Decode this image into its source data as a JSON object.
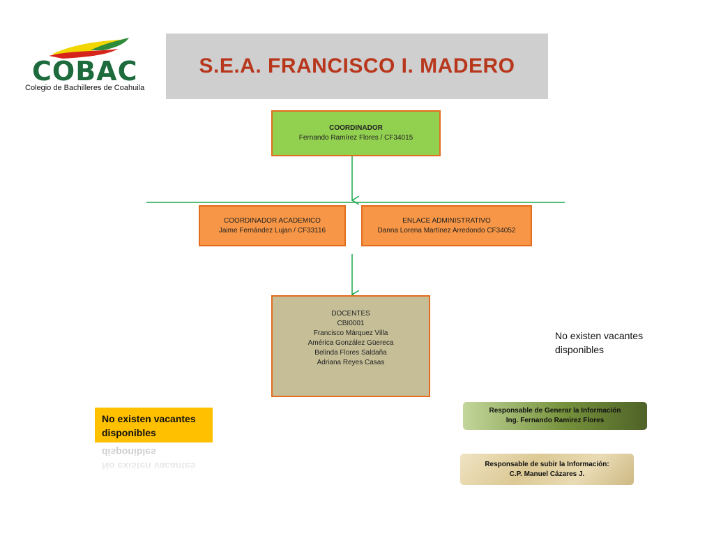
{
  "logo": {
    "wordmark": "COBAC",
    "subtitle": "Colegio de Bachilleres de Coahuila",
    "colors": {
      "green": "#1d6b3c",
      "yellow": "#f2d600",
      "red": "#d6241b"
    }
  },
  "title": "S.E.A. FRANCISCO I. MADERO",
  "org": {
    "coordinator": {
      "role": "COORDINADOR",
      "person": "Fernando Ramírez Flores / CF34015"
    },
    "academic": {
      "role": "COORDINADOR ACADEMICO",
      "person": "Jaime Fernández Lujan / CF33116"
    },
    "admin": {
      "role": "ENLACE ADMINISTRATIVO",
      "person": "Danna Lorena Martínez Arredondo CF34052"
    },
    "teachers": {
      "role": "DOCENTES",
      "code": "CBI0001",
      "members": [
        "Francisco Márquez Villa",
        "América González Güereca",
        "Belinda Flores Saldaña",
        "Adriana Reyes Casas"
      ]
    }
  },
  "notes": {
    "right_line1": "No existen vacantes",
    "right_line2": "disponibles",
    "yellow_line1": "No existen vacantes",
    "yellow_line2": "disponibles"
  },
  "responsible": {
    "generate_label": "Responsable de Generar la Información",
    "generate_name": "Ing. Fernando Ramirez Flores",
    "upload_label": "Responsable de subir la Información:",
    "upload_name": "C.P. Manuel Cázares J."
  },
  "colors": {
    "title_red": "#b8371c",
    "banner_gray": "#cfcfcf",
    "coordinator_green": "#92d050",
    "orange": "#f79646",
    "border_orange": "#e36c1e",
    "teachers_tan": "#c5be97",
    "connector_green": "#1aa64a",
    "note_yellow": "#ffc000"
  }
}
